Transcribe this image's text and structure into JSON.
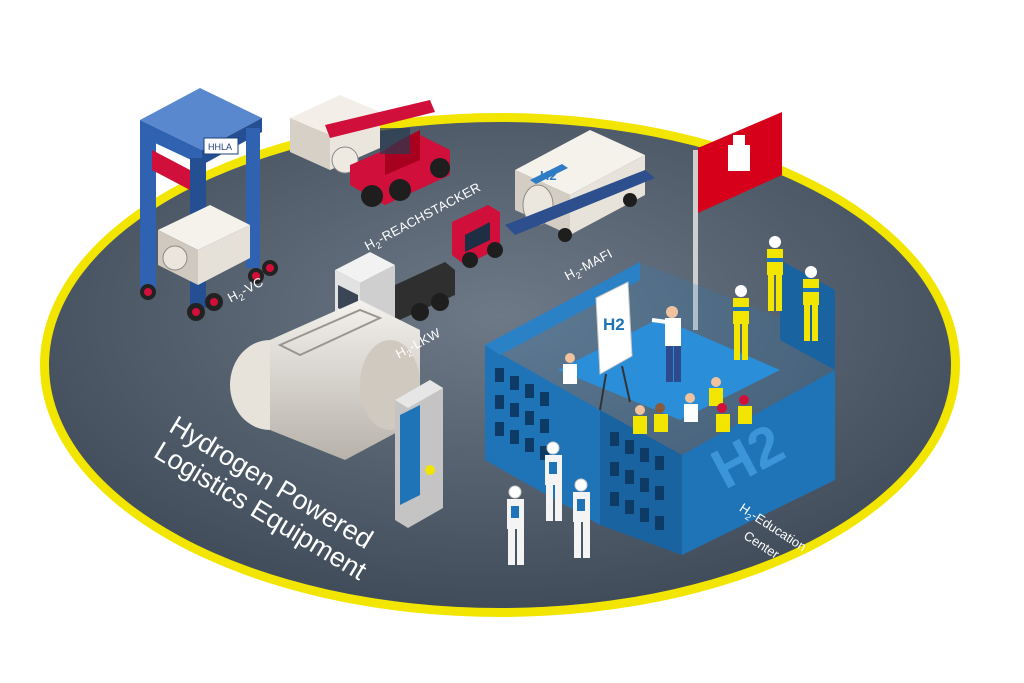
{
  "title_line1": "Hydrogen Powered",
  "title_line2": "Logistics Equipment",
  "equipment": [
    {
      "prefix": "H",
      "sub": "2",
      "suffix": "-VC"
    },
    {
      "prefix": "H",
      "sub": "2",
      "suffix": "-REACHSTACKER"
    },
    {
      "prefix": "H",
      "sub": "2",
      "suffix": "-MAFI"
    },
    {
      "prefix": "H",
      "sub": "2",
      "suffix": "-LKW"
    }
  ],
  "education": {
    "prefix": "H",
    "sub": "2",
    "suffix": "-Education",
    "line2": "Center"
  },
  "building_text": "H2",
  "flipchart_text": "H2",
  "container_text": "H2",
  "crane_brand": "HHLA",
  "colors": {
    "ground": "#4a5868",
    "ring": "#f2e600",
    "building": "#1f73b7",
    "flag": "#d7001b",
    "crane": "#2f62b0",
    "reachstacker": "#d0103a"
  }
}
